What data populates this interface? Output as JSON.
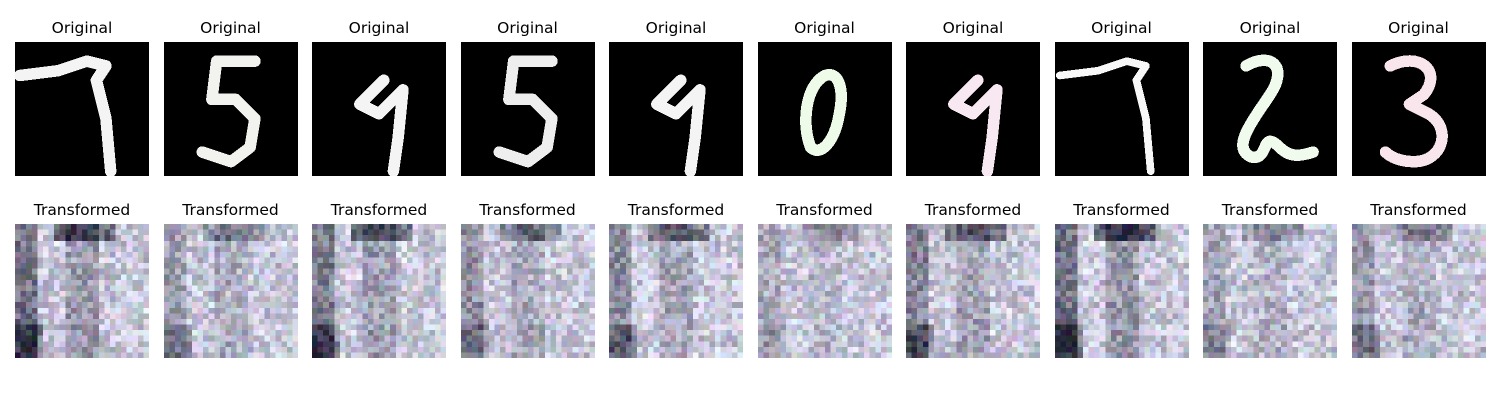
{
  "rows": [
    {
      "title": "Original",
      "kind": "digit"
    },
    {
      "title": "Transformed",
      "kind": "noise"
    }
  ],
  "samples": [
    {
      "digit": "7",
      "tint": "#f4f4f4"
    },
    {
      "digit": "5",
      "tint": "#f2f3ee"
    },
    {
      "digit": "9",
      "tint": "#f4f4f4"
    },
    {
      "digit": "5",
      "tint": "#eeeeee"
    },
    {
      "digit": "9",
      "tint": "#f4f4f4"
    },
    {
      "digit": "0",
      "tint": "#eefbe8"
    },
    {
      "digit": "9",
      "tint": "#f8e8f2"
    },
    {
      "digit": "7",
      "tint": "#f8f8f8"
    },
    {
      "digit": "2",
      "tint": "#f0fbee"
    },
    {
      "digit": "3",
      "tint": "#f8e6ec"
    }
  ],
  "colors": {
    "digit_background": "#000000",
    "noise_dark": "#1c2140",
    "noise_light": "#e9ecf2"
  }
}
